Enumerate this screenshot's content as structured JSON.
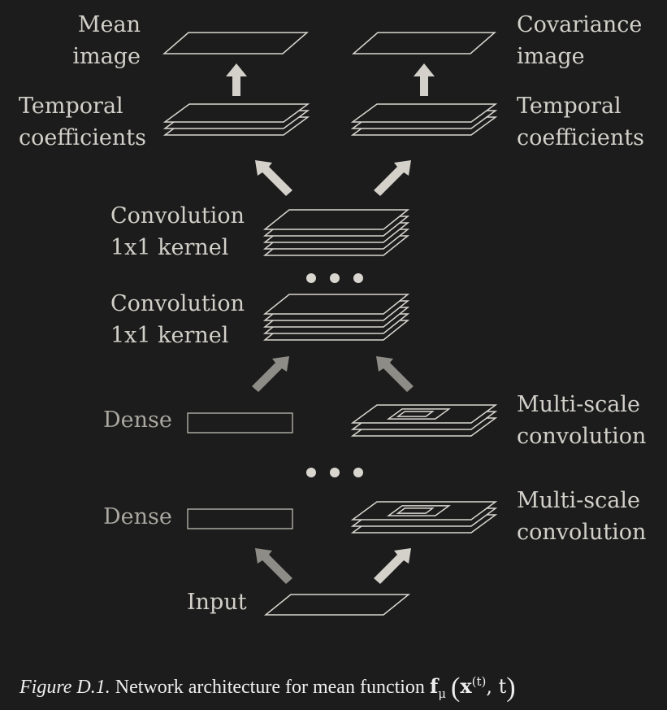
{
  "labels": {
    "mean": [
      "Mean",
      "image"
    ],
    "covariance": [
      "Covariance",
      "image"
    ],
    "temporal_left": [
      "Temporal",
      "coefficients"
    ],
    "temporal_right": [
      "Temporal",
      "coefficients"
    ],
    "conv_top": [
      "Convolution",
      "1x1 kernel"
    ],
    "conv_bottom": [
      "Convolution",
      "1x1 kernel"
    ],
    "dense_top": "Dense",
    "dense_bottom": "Dense",
    "multiscale_top": [
      "Multi-scale",
      "convolution"
    ],
    "multiscale_bottom": [
      "Multi-scale",
      "convolution"
    ],
    "input": "Input"
  },
  "caption": {
    "figure_label": "Figure D.1.",
    "text": "Network architecture for mean function",
    "func": "f",
    "func_sub": "μ",
    "arg": "x",
    "arg_sup": "(t)",
    "arg_rest": ", t"
  },
  "colors": {
    "background": "#1c1c1c",
    "stroke_light": "#d8d6cf",
    "stroke_gray": "#a9a7a0",
    "arrow_light": "#d3d1ca",
    "arrow_gray": "#8e8c86",
    "text_light": "#d2d0c9",
    "text_gray": "#a9a7a0",
    "caption": "#eeeeee"
  }
}
